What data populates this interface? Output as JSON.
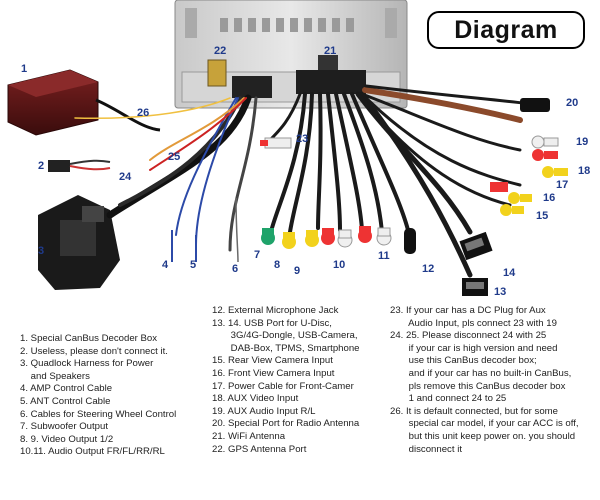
{
  "badge": {
    "title": "Diagram"
  },
  "callouts": [
    {
      "id": "1",
      "text": "1"
    },
    {
      "id": "2",
      "text": "2"
    },
    {
      "id": "3",
      "text": "3"
    },
    {
      "id": "4",
      "text": "4"
    },
    {
      "id": "5",
      "text": "5"
    },
    {
      "id": "6",
      "text": "6"
    },
    {
      "id": "7",
      "text": "7"
    },
    {
      "id": "8",
      "text": "8"
    },
    {
      "id": "9",
      "text": "9"
    },
    {
      "id": "10",
      "text": "10"
    },
    {
      "id": "11",
      "text": "11"
    },
    {
      "id": "12",
      "text": "12"
    },
    {
      "id": "14",
      "text": "14"
    },
    {
      "id": "13",
      "text": "13"
    },
    {
      "id": "15",
      "text": "15"
    },
    {
      "id": "16",
      "text": "16"
    },
    {
      "id": "17",
      "text": "17"
    },
    {
      "id": "18",
      "text": "18"
    },
    {
      "id": "19",
      "text": "19"
    },
    {
      "id": "20",
      "text": "20"
    },
    {
      "id": "21",
      "text": "21"
    },
    {
      "id": "22",
      "text": "22"
    },
    {
      "id": "23",
      "text": "23"
    },
    {
      "id": "24",
      "text": "24"
    },
    {
      "id": "25",
      "text": "25"
    },
    {
      "id": "26",
      "text": "26"
    }
  ],
  "legend": {
    "col1": [
      "1. Special CanBus Decoder Box",
      "2. Useless, please don't connect it.",
      "3. Quadlock Harness for Power",
      "    and Speakers",
      "4. AMP Control Cable",
      "5. ANT Control Cable",
      "6. Cables for Steering Wheel Control",
      "7. Subwoofer Output",
      "8. 9. Video Output 1/2",
      "10.11. Audio Output FR/FL/RR/RL"
    ],
    "col2": [
      "12. External Microphone Jack",
      "13. 14. USB Port for U-Disc,",
      "       3G/4G-Dongle, USB-Camera,",
      "       DAB-Box, TPMS, Smartphone",
      "15. Rear View Camera Input",
      "16. Front View Camera Input",
      "17. Power Cable for Front-Camer",
      "18. AUX Video Input",
      "19. AUX Audio Input R/L",
      "20. Special Port for Radio Antenna",
      "21. WiFi Antenna",
      "22. GPS Antenna Port"
    ],
    "col3": [
      "23. If your car has a DC Plug for Aux",
      "       Audio Input, pls connect 23 with 19",
      "24. 25. Please disconnect 24 with 25",
      "       if your car is high version and need",
      "       use this CanBus decoder box;",
      "       and if your car has no built-in CanBus,",
      "       pls remove this CanBus decoder box",
      "       1 and connect 24 to 25",
      "26. It is default connected, but for some",
      "       special car model, if your car ACC is off,",
      "       but this unit keep power on. you should",
      "       disconnect it"
    ]
  }
}
